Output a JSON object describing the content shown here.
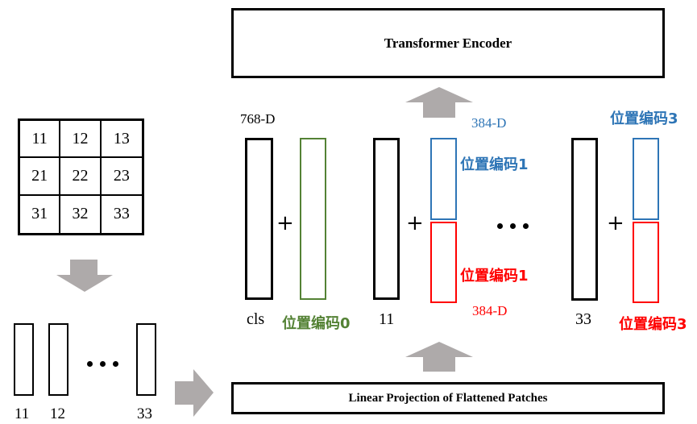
{
  "encoder": {
    "label": "Transformer Encoder"
  },
  "projection": {
    "label": "Linear Projection of Flattened Patches"
  },
  "patch_grid": {
    "cells": [
      "11",
      "12",
      "13",
      "21",
      "22",
      "23",
      "31",
      "32",
      "33"
    ]
  },
  "flattened_patches": {
    "labels": [
      "11",
      "12",
      "33"
    ],
    "ellipsis": "..."
  },
  "tokens": {
    "cls": {
      "label": "cls",
      "dim_label": "768-D",
      "pos_label": "位置编码0"
    },
    "patch_11": {
      "label": "11",
      "pos_top_label": "位置编码1",
      "pos_bottom_label": "位置编码1",
      "top_dim_label": "384-D",
      "bottom_dim_label": "384-D"
    },
    "patch_33": {
      "label": "33",
      "pos_top_label": "位置编码3",
      "pos_bottom_label": "位置编码3"
    },
    "plus_symbol": "+",
    "ellipsis": "..."
  },
  "colors": {
    "green": "#548235",
    "blue": "#2e75b6",
    "red": "#ff0000",
    "arrow_gray": "#aeaaaa"
  }
}
